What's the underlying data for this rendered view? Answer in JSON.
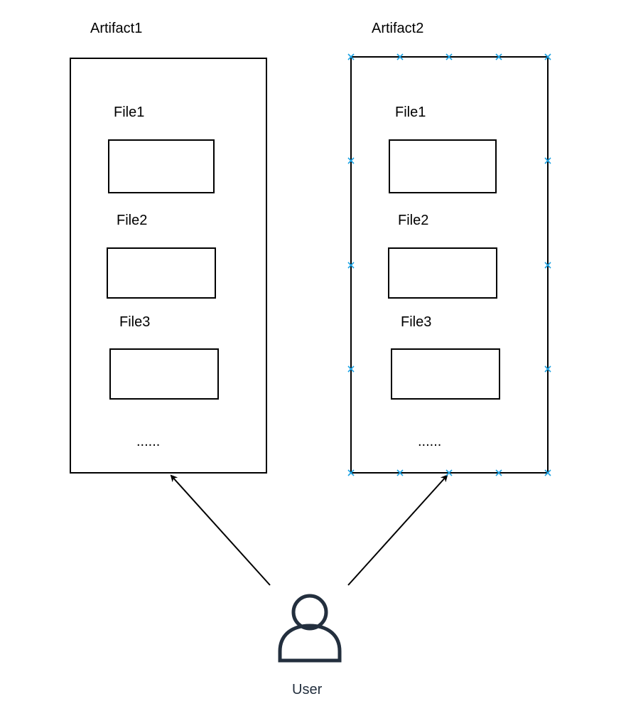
{
  "artifacts": [
    {
      "title": "Artifact1",
      "files": [
        "File1",
        "File2",
        "File3"
      ],
      "ellipsis": "......",
      "selected": false
    },
    {
      "title": "Artifact2",
      "files": [
        "File1",
        "File2",
        "File3"
      ],
      "ellipsis": "......",
      "selected": true
    }
  ],
  "user": {
    "label": "User",
    "icon": "user-icon"
  },
  "colors": {
    "line": "#000000",
    "selection_handle": "#1ba1e2",
    "user_icon": "#232f3e"
  }
}
